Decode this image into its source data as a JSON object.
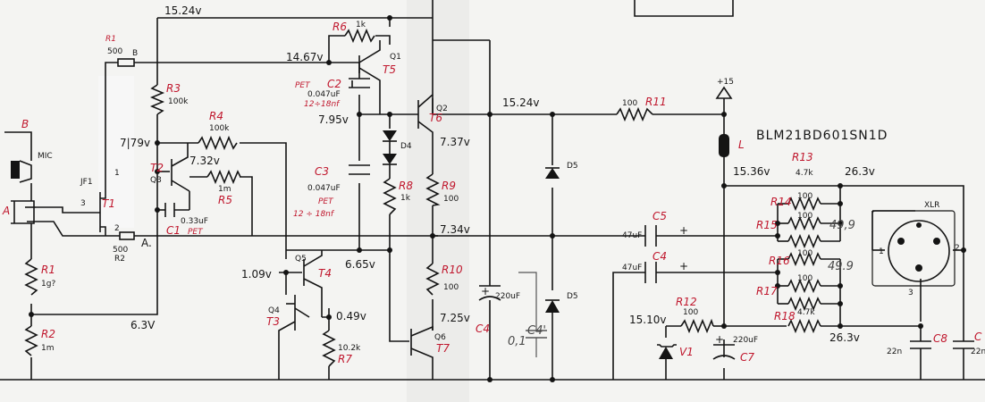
{
  "colors": {
    "ink": "#141414",
    "red": "#c0182e",
    "pencil": "#4a4a4a",
    "paper": "#f4f4f2"
  },
  "node_voltages": {
    "top_rail": "15.24v",
    "t5_base": "14.67v",
    "t5_emitter": "7.95v",
    "t2_collector": "7|79v",
    "t2_base": "7.32v",
    "t6_emitter": "7.37v",
    "right_rail": "15.24v",
    "output_node": "7.34v",
    "t4_node": "6.65v",
    "t4_base": "1.09v",
    "t3_collector": "0.49v",
    "t7_emitter": "7.25v",
    "bias_rail": "6.3V",
    "ferrite_out": "15.36v",
    "xlr_rail": "26.3v",
    "xlr_rail_lower": "26.3v",
    "zener": "15.10v",
    "supply": "+15"
  },
  "components": {
    "mic_ref": "B",
    "mic_label": "MIC",
    "jack_ref": "A",
    "r1_top_ref": "R1",
    "r1_top_val": "500",
    "r1_top_b": "B",
    "r2_bot_val": "500",
    "r2_bot_ref": "R2",
    "r2_bot_a": "A.",
    "jf1": "JF1",
    "t1": "T1",
    "pin1": "1",
    "pin2": "2",
    "pin3": "3",
    "r3_ref": "R3",
    "r3_val": "100k",
    "r4_ref": "R4",
    "r4_val": "100k",
    "t2": "T2",
    "q3": "Q3",
    "r5_val": "1m",
    "r5_ref": "R5",
    "c1_val": "0.33uF",
    "c1_ref": "C1",
    "c1_type": "PET",
    "r1_ref": "R1",
    "r1_val": "1g?",
    "r2_ref": "R2",
    "r2_val": "1m",
    "r6_ref": "R6",
    "r6_val": "1k",
    "q1": "Q1",
    "t5": "T5",
    "c2_type": "PET",
    "c2_ref": "C2",
    "c2_val": "0.047uF",
    "c2_note": "12÷18nf",
    "q2": "Q2",
    "t6": "T6",
    "d4": "D4",
    "c3_ref": "C3",
    "c3_val": "0.047uF",
    "c3_type": "PET",
    "c3_note": "12 ÷ 18nf",
    "r8_ref": "R8",
    "r8_val": "1k",
    "r9_ref": "R9",
    "r9_val": "100",
    "q5": "Q5",
    "t4": "T4",
    "q4": "Q4",
    "t3": "T3",
    "r7_val": "10.2k",
    "r7_ref": "R7",
    "r10_ref": "R10",
    "r10_val": "100",
    "q6": "Q6",
    "t7": "T7",
    "c4_val": "220uF",
    "c4_ref": "C4",
    "c4p_val": "0,1",
    "c4p_ref": "C4'",
    "d5_top": "D5",
    "d5_bot": "D5",
    "r11_val": "100",
    "r11_ref": "R11",
    "l_ref": "L",
    "l_part": "BLM21BD601SN1D",
    "r13_ref": "R13",
    "r13_val": "4.7k",
    "r14_ref": "R14",
    "r14_val": "100",
    "r15_ref": "R15",
    "r15_val": "100",
    "pencil_a": "49,9",
    "c5_val": "47uF",
    "c5_ref": "C5",
    "c4b_val": "47uF",
    "c4b_ref": "C4",
    "r16_ref": "R16",
    "r16_val": "100",
    "pencil_b": "49.9",
    "r17_ref": "R17",
    "r17_val": "100",
    "r18_ref": "R18",
    "r18_val": "4.7k",
    "r12_ref": "R12",
    "r12_val": "100",
    "v1_ref": "V1",
    "c7_val": "220uF",
    "c7_ref": "C7",
    "xlr": "XLR",
    "xlr_pin1": "1",
    "xlr_pin2": "2",
    "xlr_pin3": "3",
    "c8_val": "22n",
    "c8_ref": "C8",
    "c9_val": "22n",
    "c9_ref": "C"
  }
}
